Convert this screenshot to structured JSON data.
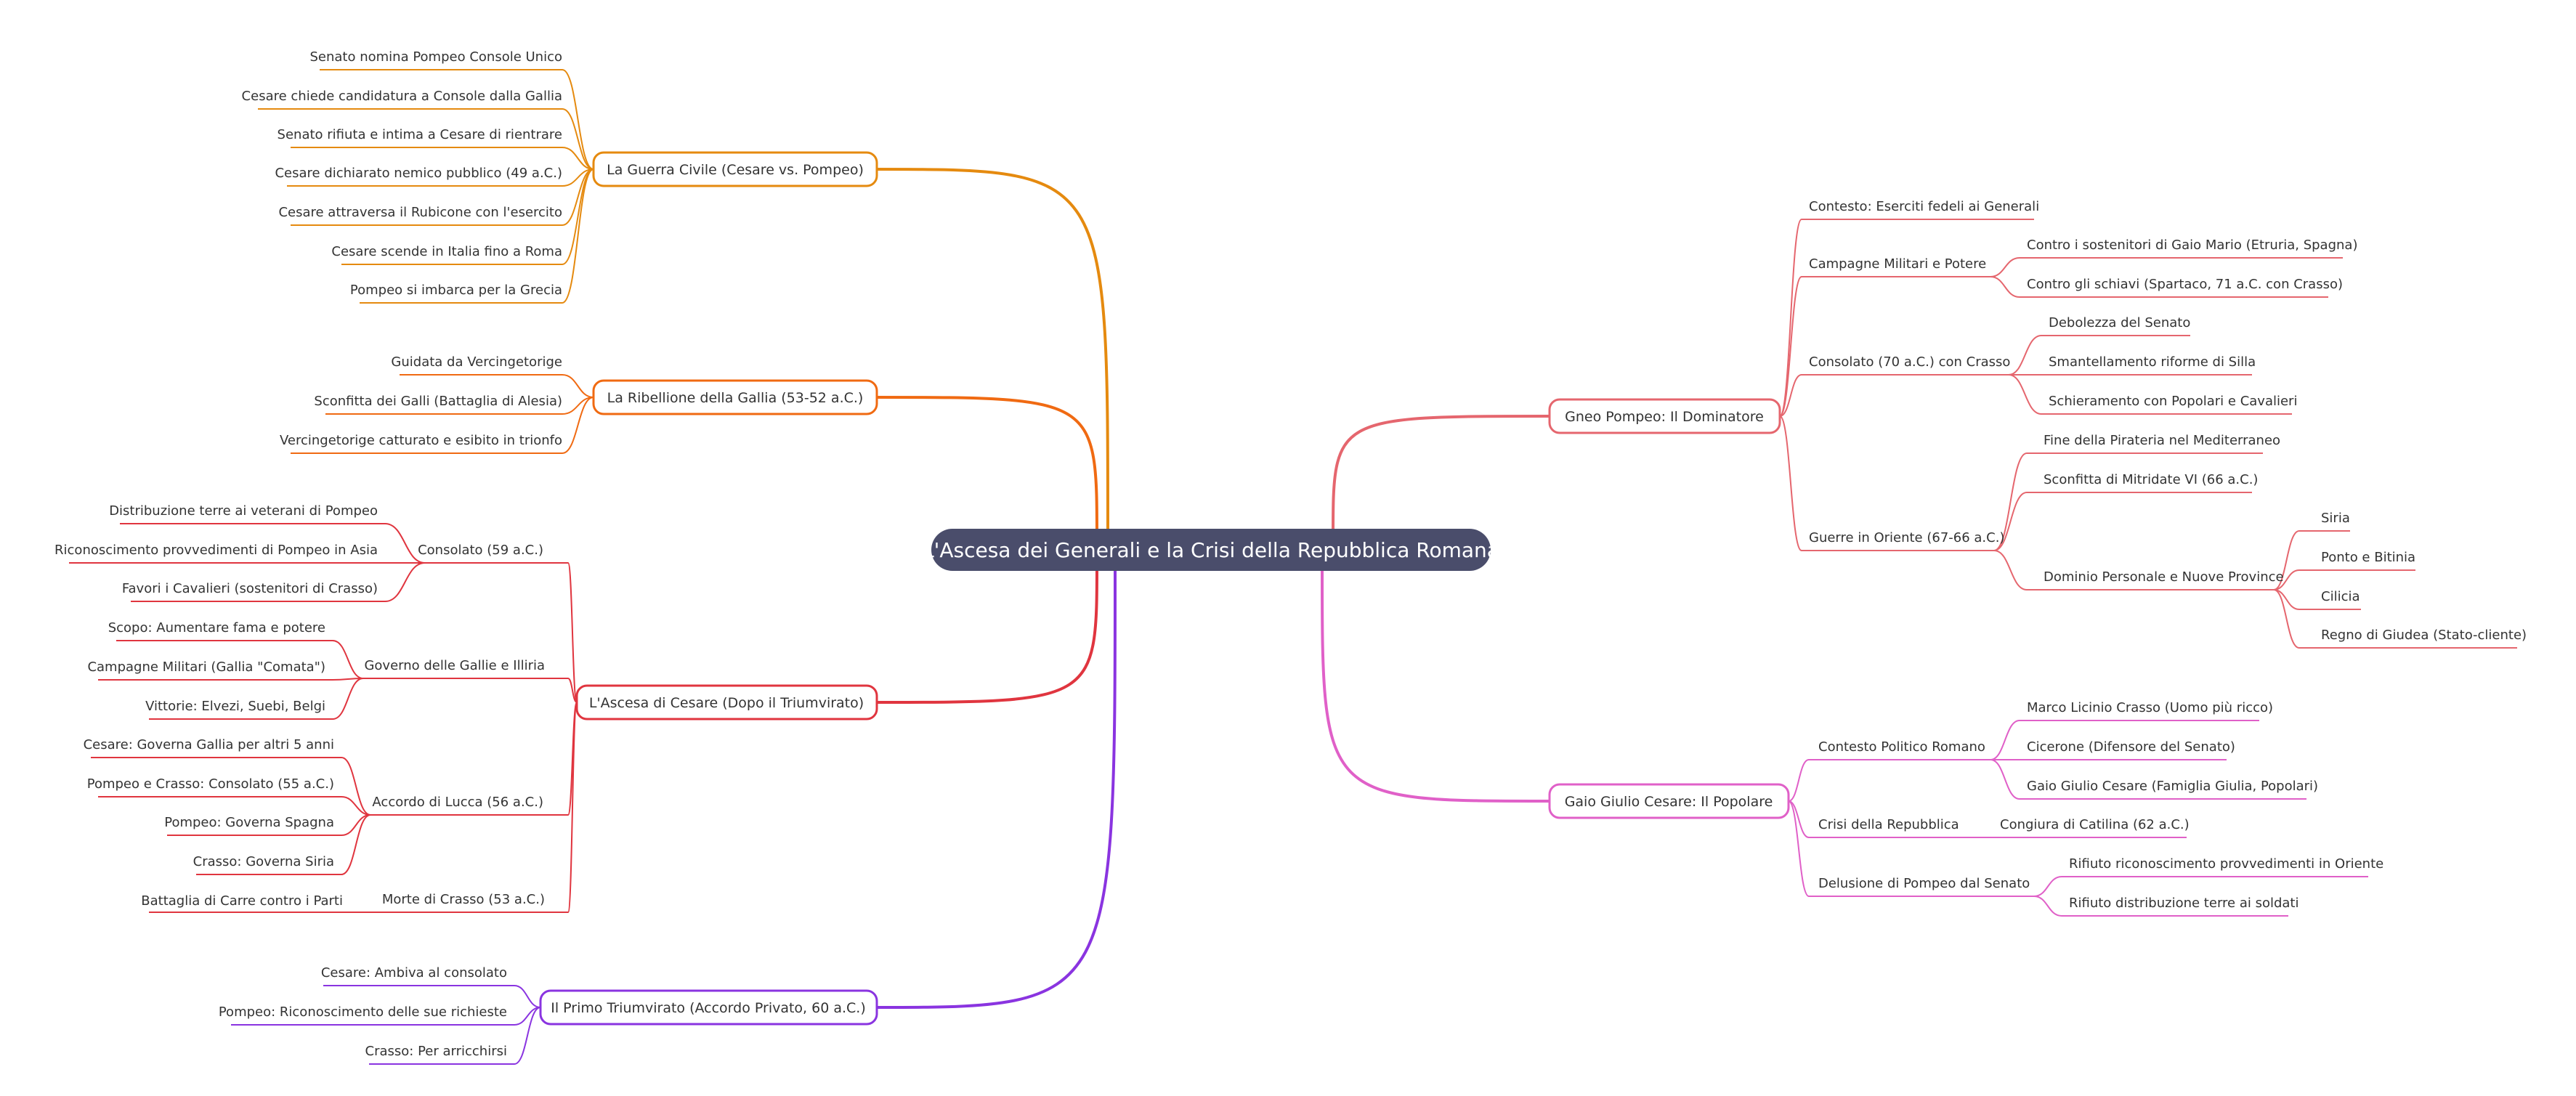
{
  "root": {
    "label": "L'Ascesa dei Generali e la Crisi della Repubblica Romana",
    "color": "#4a4d6b"
  },
  "branches": [
    {
      "key": "guerra",
      "side": "left",
      "color": "#e58a0f",
      "label": "La Guerra Civile (Cesare vs. Pompeo)",
      "children": [
        {
          "label": "Senato nomina Pompeo Console Unico"
        },
        {
          "label": "Cesare chiede candidatura a Console dalla Gallia"
        },
        {
          "label": "Senato rifiuta e intima a Cesare di rientrare"
        },
        {
          "label": "Cesare dichiarato nemico pubblico (49 a.C.)"
        },
        {
          "label": "Cesare attraversa il Rubicone con l'esercito"
        },
        {
          "label": "Cesare scende in Italia fino a Roma"
        },
        {
          "label": "Pompeo si imbarca per la Grecia"
        }
      ]
    },
    {
      "key": "ribellione",
      "side": "left",
      "color": "#f06a12",
      "label": "La Ribellione della Gallia (53-52 a.C.)",
      "children": [
        {
          "label": "Guidata da Vercingetorige"
        },
        {
          "label": "Sconfitta dei Galli (Battaglia di Alesia)"
        },
        {
          "label": "Vercingetorige catturato e esibito in trionfo"
        }
      ]
    },
    {
      "key": "ascesa",
      "side": "left",
      "color": "#e0353f",
      "label": "L'Ascesa di Cesare (Dopo il Triumvirato)",
      "children": [
        {
          "label": "Consolato (59 a.C.)",
          "children": [
            {
              "label": "Distribuzione terre ai veterani di Pompeo"
            },
            {
              "label": "Riconoscimento provvedimenti di Pompeo in Asia"
            },
            {
              "label": "Favori i Cavalieri (sostenitori di Crasso)"
            }
          ]
        },
        {
          "label": "Governo delle Gallie e Illiria",
          "children": [
            {
              "label": "Scopo: Aumentare fama e potere"
            },
            {
              "label": "Campagne Militari (Gallia \"Comata\")"
            },
            {
              "label": "Vittorie: Elvezi, Suebi, Belgi"
            }
          ]
        },
        {
          "label": "Accordo di Lucca (56 a.C.)",
          "children": [
            {
              "label": "Cesare: Governa Gallia per altri 5 anni"
            },
            {
              "label": "Pompeo e Crasso: Consolato (55 a.C.)"
            },
            {
              "label": "Pompeo: Governa Spagna"
            },
            {
              "label": "Crasso: Governa Siria"
            }
          ]
        },
        {
          "label": "Morte di Crasso (53 a.C.)",
          "children": [
            {
              "label": "Battaglia di Carre contro i Parti"
            }
          ]
        }
      ]
    },
    {
      "key": "triumvirato",
      "side": "left",
      "color": "#8a34e0",
      "label": "Il Primo Triumvirato (Accordo Privato, 60 a.C.)",
      "children": [
        {
          "label": "Cesare: Ambiva al consolato"
        },
        {
          "label": "Pompeo: Riconoscimento delle sue richieste"
        },
        {
          "label": "Crasso: Per arricchirsi"
        }
      ]
    },
    {
      "key": "pompeo",
      "side": "right",
      "color": "#e5666e",
      "label": "Gneo Pompeo: Il Dominatore",
      "children": [
        {
          "label": "Contesto: Eserciti fedeli ai Generali"
        },
        {
          "label": "Campagne Militari e Potere",
          "children": [
            {
              "label": "Contro i sostenitori di Gaio Mario (Etruria, Spagna)"
            },
            {
              "label": "Contro gli schiavi (Spartaco, 71 a.C. con Crasso)"
            }
          ]
        },
        {
          "label": "Consolato (70 a.C.) con Crasso",
          "children": [
            {
              "label": "Debolezza del Senato"
            },
            {
              "label": "Smantellamento riforme di Silla"
            },
            {
              "label": "Schieramento con Popolari e Cavalieri"
            }
          ]
        },
        {
          "label": "Guerre in Oriente (67-66 a.C.)",
          "children": [
            {
              "label": "Fine della Pirateria nel Mediterraneo"
            },
            {
              "label": "Sconfitta di Mitridate VI (66 a.C.)"
            },
            {
              "label": "Dominio Personale e Nuove Province",
              "children": [
                {
                  "label": "Siria"
                },
                {
                  "label": "Ponto e Bitinia"
                },
                {
                  "label": "Cilicia"
                },
                {
                  "label": "Regno di Giudea (Stato-cliente)"
                }
              ]
            }
          ]
        }
      ]
    },
    {
      "key": "cesare",
      "side": "right",
      "color": "#e060c8",
      "label": "Gaio Giulio Cesare: Il Popolare",
      "children": [
        {
          "label": "Contesto Politico Romano",
          "children": [
            {
              "label": "Marco Licinio Crasso (Uomo più ricco)"
            },
            {
              "label": "Cicerone (Difensore del Senato)"
            },
            {
              "label": "Gaio Giulio Cesare (Famiglia Giulia, Popolari)"
            }
          ]
        },
        {
          "label": "Crisi della Repubblica",
          "children": [
            {
              "label": "Congiura di Catilina (62 a.C.)"
            }
          ]
        },
        {
          "label": "Delusione di Pompeo dal Senato",
          "children": [
            {
              "label": "Rifiuto riconoscimento provvedimenti in Oriente"
            },
            {
              "label": "Rifiuto distribuzione terre ai soldati"
            }
          ]
        }
      ]
    }
  ]
}
